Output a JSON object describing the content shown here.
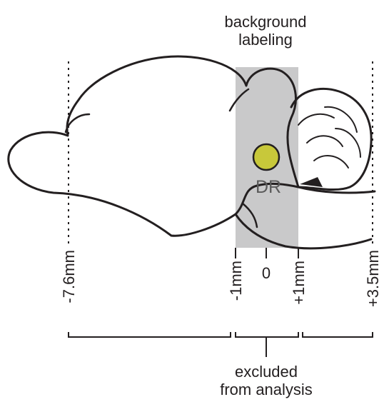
{
  "header": {
    "line1": "background",
    "line2": "labeling"
  },
  "nucleus": {
    "label": "DR",
    "fill_color": "#c8c83a"
  },
  "shaded_region_color": "#c9c9ca",
  "ticks": {
    "left": "-7.6mm",
    "minus1": "-1mm",
    "zero": "0",
    "plus1": "+1mm",
    "right": "+3.5mm"
  },
  "footer": {
    "line1": "excluded",
    "line2": "from analysis"
  }
}
